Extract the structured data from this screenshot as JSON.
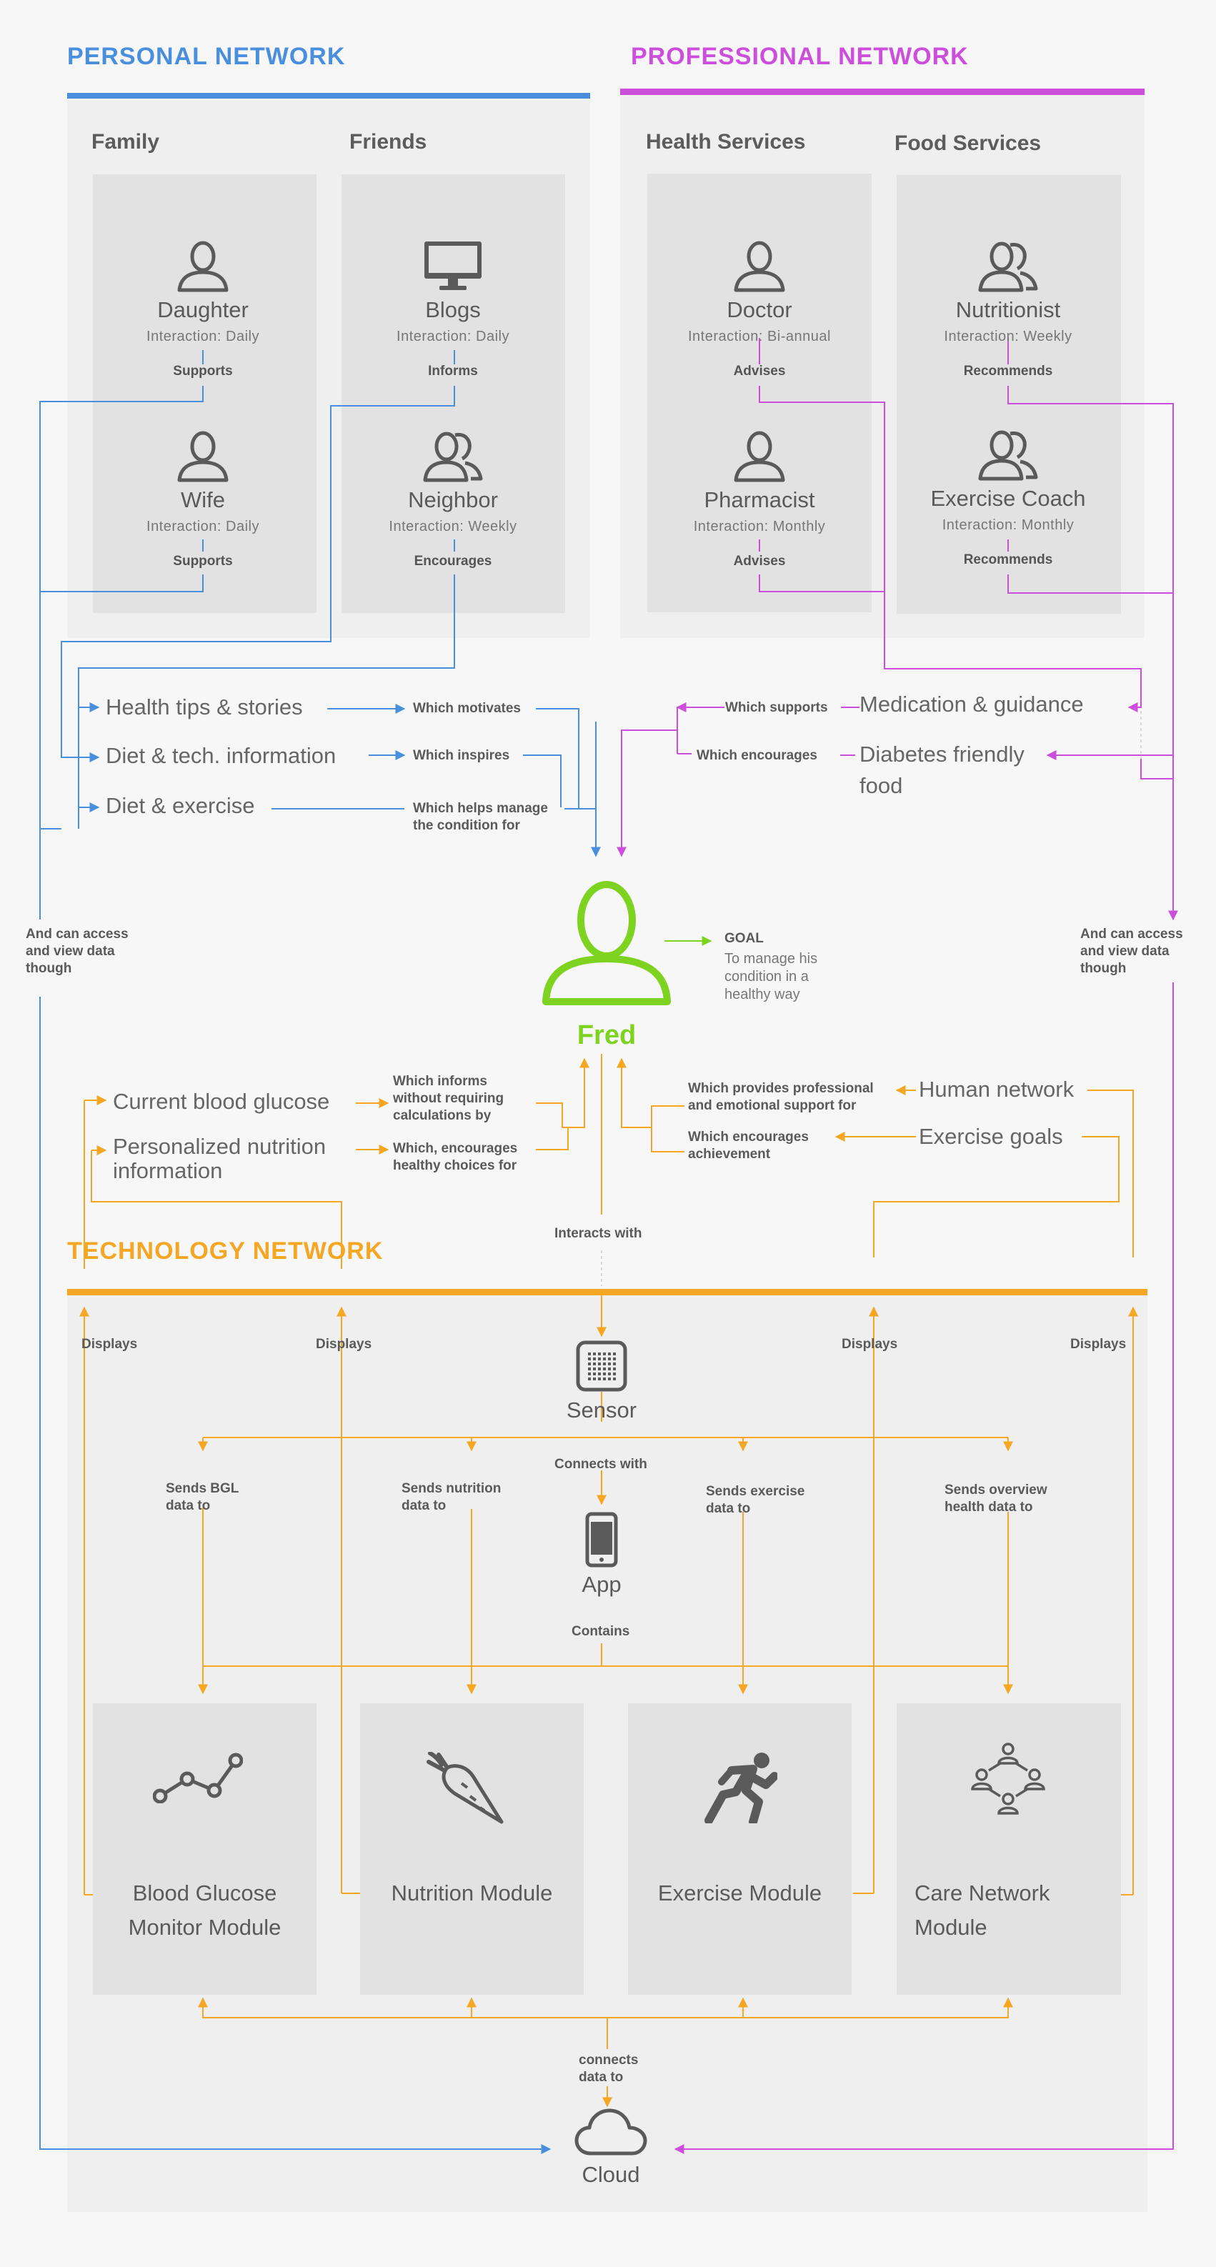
{
  "colors": {
    "personal": "#4a8fdd",
    "professional": "#cc4fdc",
    "technology": "#f5a623",
    "goal": "#7ed321",
    "text": "#555555"
  },
  "personal": {
    "title": "PERSONAL NETWORK",
    "family": {
      "title": "Family",
      "nodes": [
        {
          "name": "Daughter",
          "interaction": "Interaction: Daily",
          "verb": "Supports",
          "icon": "person-icon"
        },
        {
          "name": "Wife",
          "interaction": "Interaction: Daily",
          "verb": "Supports",
          "icon": "person-icon"
        }
      ]
    },
    "friends": {
      "title": "Friends",
      "nodes": [
        {
          "name": "Blogs",
          "interaction": "Interaction: Daily",
          "verb": "Informs",
          "icon": "monitor-icon"
        },
        {
          "name": "Neighbor",
          "interaction": "Interaction: Weekly",
          "verb": "Encourages",
          "icon": "people-icon"
        }
      ]
    },
    "outcomes": [
      {
        "text": "Health tips & stories",
        "label": "Which motivates"
      },
      {
        "text": "Diet & tech. information",
        "label": "Which inspires"
      },
      {
        "text": "Diet & exercise",
        "label": "Which helps manage\nthe condition for"
      }
    ],
    "access_label": "And can access\nand view data\nthough"
  },
  "professional": {
    "title": "PROFESSIONAL NETWORK",
    "health": {
      "title": "Health Services",
      "nodes": [
        {
          "name": "Doctor",
          "interaction": "Interaction: Bi-annual",
          "verb": "Advises",
          "icon": "person-icon"
        },
        {
          "name": "Pharmacist",
          "interaction": "Interaction: Monthly",
          "verb": "Advises",
          "icon": "person-icon"
        }
      ]
    },
    "food": {
      "title": "Food Services",
      "nodes": [
        {
          "name": "Nutritionist",
          "interaction": "Interaction: Weekly",
          "verb": "Recommends",
          "icon": "people-icon"
        },
        {
          "name": "Exercise Coach",
          "interaction": "Interaction: Monthly",
          "verb": "Recommends",
          "icon": "people-icon"
        }
      ]
    },
    "outcomes": [
      {
        "text": "Medication & guidance",
        "label": "Which supports"
      },
      {
        "text": "Diabetes friendly\nfood",
        "label": "Which encourages"
      }
    ],
    "access_label": "And can access\nand view data\nthough"
  },
  "fred": {
    "name": "Fred",
    "goal_title": "GOAL",
    "goal_text": "To manage his\ncondition in a\nhealthy way",
    "interacts": "Interacts with"
  },
  "tech_outcomes": {
    "left": [
      {
        "text": "Current blood glucose",
        "label": "Which informs\nwithout requiring\ncalculations by"
      },
      {
        "text": "Personalized nutrition\ninformation",
        "label": "Which, encourages\nhealthy choices for"
      }
    ],
    "right": [
      {
        "text": "Human network",
        "label": "Which provides professional\nand emotional support for"
      },
      {
        "text": "Exercise goals",
        "label": "Which encourages\nachievement"
      }
    ]
  },
  "technology": {
    "title": "TECHNOLOGY NETWORK",
    "displays": [
      "Displays",
      "Displays",
      "Displays",
      "Displays"
    ],
    "sensor": "Sensor",
    "connects_with": "Connects with",
    "app": "App",
    "contains": "Contains",
    "sends": [
      "Sends BGL\ndata to",
      "Sends nutrition\ndata to",
      "Sends exercise\ndata to",
      "Sends overview\nhealth data to"
    ],
    "modules": [
      {
        "name": "Blood Glucose\nMonitor Module",
        "icon": "line-chart-icon"
      },
      {
        "name": "Nutrition Module",
        "icon": "carrot-icon"
      },
      {
        "name": "Exercise Module",
        "icon": "runner-icon"
      },
      {
        "name": "Care Network\nModule",
        "icon": "network-icon"
      }
    ],
    "connects_data": "connects\ndata to",
    "cloud": "Cloud"
  }
}
